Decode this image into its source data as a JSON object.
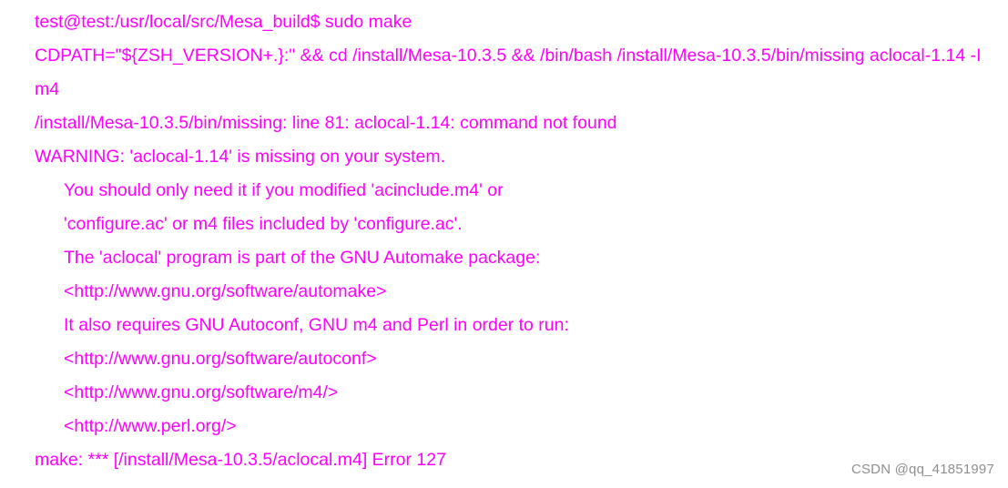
{
  "terminal": {
    "text_color": "#ff00ff",
    "background": "#ffffff",
    "lines": [
      "test@test:/usr/local/src/Mesa_build$ sudo make",
      "CDPATH=\"${ZSH_VERSION+.}:\" && cd /install/Mesa-10.3.5 && /bin/bash /install/Mesa-10.3.5/bin/missing aclocal-1.14 -I",
      "m4",
      "/install/Mesa-10.3.5/bin/missing: line 81: aclocal-1.14: command not found",
      "WARNING: 'aclocal-1.14' is missing on your system.",
      "You should only need it if you modified 'acinclude.m4' or",
      "'configure.ac' or m4 files included by 'configure.ac'.",
      "The 'aclocal' program is part of the GNU Automake package:",
      "<http://www.gnu.org/software/automake>",
      "It also requires GNU Autoconf, GNU m4 and Perl in order to run:",
      "<http://www.gnu.org/software/autoconf>",
      "<http://www.gnu.org/software/m4/>",
      "<http://www.perl.org/>",
      "make: *** [/install/Mesa-10.3.5/aclocal.m4] Error 127"
    ]
  },
  "watermark": {
    "text": "CSDN @qq_41851997"
  }
}
